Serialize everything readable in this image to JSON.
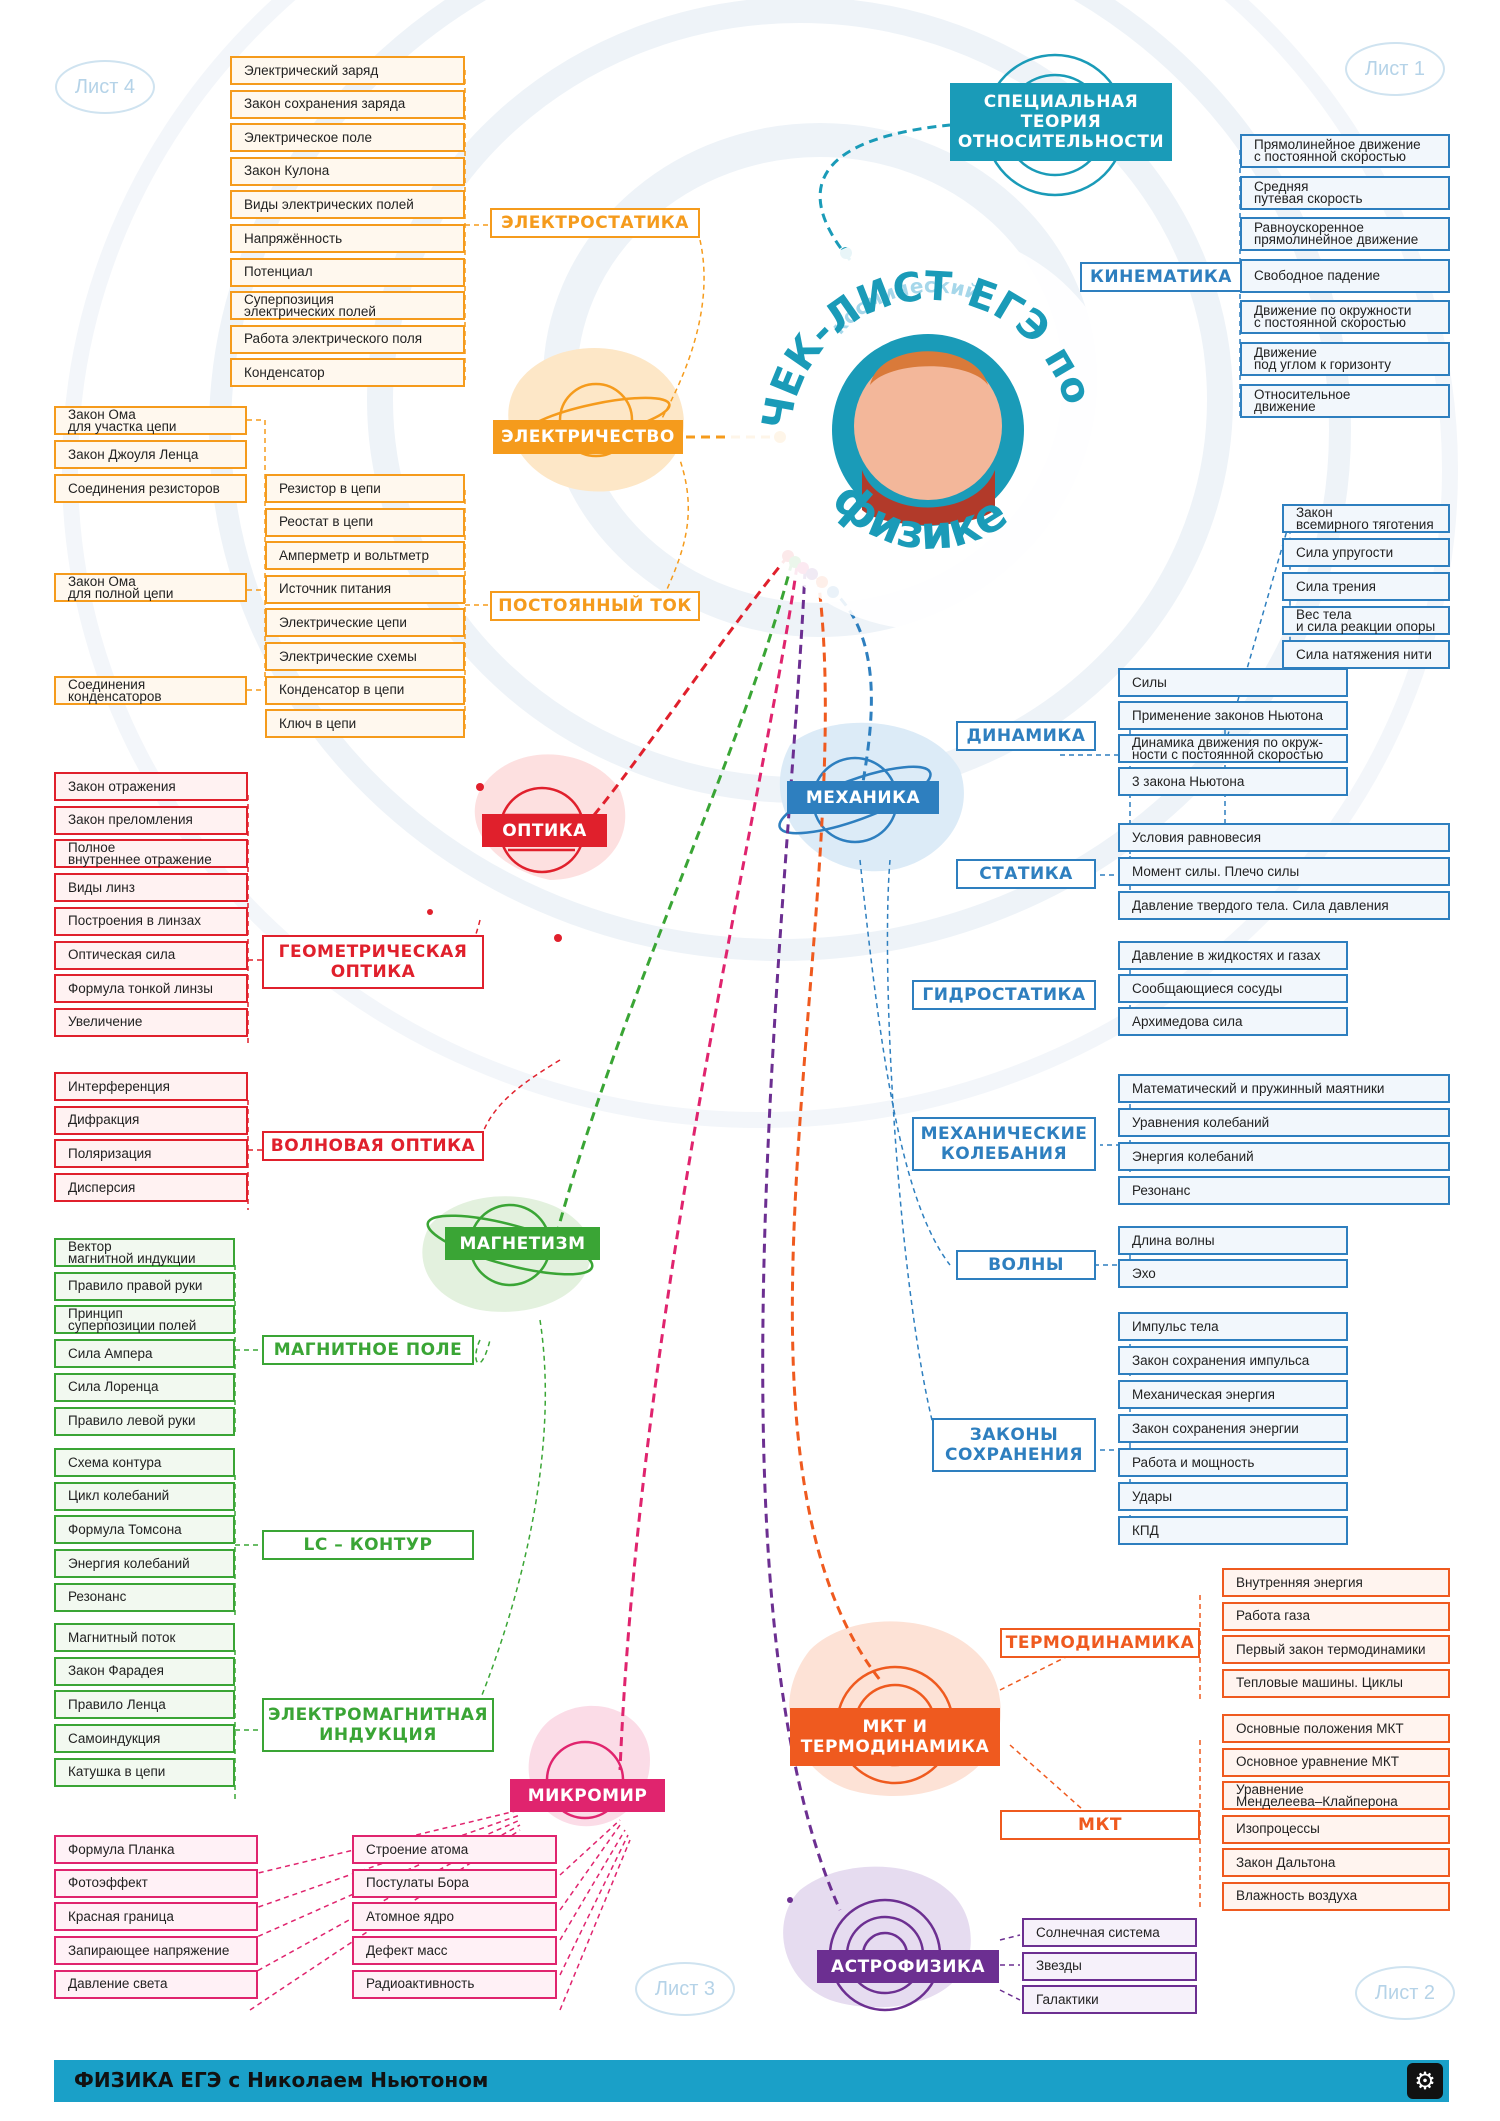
{
  "center": {
    "small": "космический",
    "main": "ЧЕК-ЛИСТ ЕГЭ по",
    "bottom": "физике"
  },
  "sheets": [
    {
      "label": "Лист 4"
    },
    {
      "label": "Лист 1"
    },
    {
      "label": "Лист 3"
    },
    {
      "label": "Лист 2"
    }
  ],
  "hubs": {
    "sto": "СПЕЦИАЛЬНАЯ\nТЕОРИЯ\nОТНОСИТЕЛЬНОСТИ",
    "electricity": "ЭЛЕКТРИЧЕСТВО",
    "optics": "ОПТИКА",
    "magnetism": "МАГНЕТИЗМ",
    "micromir": "МИКРОМИР",
    "mechanics": "МЕХАНИКА",
    "mkt": "МКТ И\nТЕРМОДИНАМИКА",
    "astro": "АСТРОФИЗИКА"
  },
  "categories": {
    "electrostatics": "ЭЛЕКТРОСТАТИКА",
    "dc": "ПОСТОЯННЫЙ ТОК",
    "kinematics": "КИНЕМАТИКА",
    "dynamics": "ДИНАМИКА",
    "statics": "СТАТИКА",
    "hydrostatics": "ГИДРОСТАТИКА",
    "oscillations": "МЕХАНИЧЕСКИЕ\nКОЛЕБАНИЯ",
    "waves": "ВОЛНЫ",
    "conservation": "ЗАКОНЫ\nСОХРАНЕНИЯ",
    "geom_optics": "ГЕОМЕТРИЧЕСКАЯ\nОПТИКА",
    "wave_optics": "ВОЛНОВАЯ ОПТИКА",
    "magnetic_field": "МАГНИТНОЕ ПОЛЕ",
    "lc": "LC – КОНТУР",
    "em_induction": "ЭЛЕКТРОМАГНИТНАЯ\nИНДУКЦИЯ",
    "thermodynamics": "ТЕРМОДИНАМИКА",
    "mkt": "МКТ"
  },
  "topics": {
    "electrostatics": [
      "Электрический заряд",
      "Закон сохранения заряда",
      "Электрическое поле",
      "Закон Кулона",
      "Виды электрических полей",
      "Напряжённость",
      "Потенциал",
      "Суперпозиция\nэлектрических полей",
      "Работа электрического поля",
      "Конденсатор"
    ],
    "dc_right": [
      "Резистор в цепи",
      "Реостат в цепи",
      "Амперметр и вольтметр",
      "Источник питания",
      "Электрические цепи",
      "Электрические схемы",
      "Конденсатор в цепи",
      "Ключ в цепи"
    ],
    "dc_left": [
      "Закон Ома\nдля участка цепи",
      "Закон Джоуля Ленца",
      "Соединения резисторов",
      "Закон Ома\nдля полной цепи",
      "Соединения\nконденсаторов"
    ],
    "kinematics": [
      "Прямолинейное движение\nс постоянной скоростью",
      "Средняя\nпутевая скорость",
      "Равноускоренное\nпрямолинейное движение",
      "Свободное падение",
      "Движение по окружности\nс постоянной скоростью",
      "Движение\nпод углом к горизонту",
      "Относительное\nдвижение"
    ],
    "forces": [
      "Закон\nвсемирного тяготения",
      "Сила упругости",
      "Сила трения",
      "Вес тела\nи сила реакции опоры",
      "Сила натяжения нити"
    ],
    "dynamics": [
      "Силы",
      "Применение законов Ньютона",
      "Динамика движения по окруж-\nности с постоянной скоростью",
      "3 закона Ньютона"
    ],
    "statics": [
      "Условия равновесия",
      "Момент силы. Плечо силы",
      "Давление твердого тела. Сила давления"
    ],
    "hydrostatics": [
      "Давление в жидкостях и газах",
      "Сообщающиеся сосуды",
      "Архимедова сила"
    ],
    "oscillations": [
      "Математический и пружинный маятники",
      "Уравнения колебаний",
      "Энергия колебаний",
      "Резонанс"
    ],
    "waves": [
      "Длина волны",
      "Эхо"
    ],
    "conservation": [
      "Импульс тела",
      "Закон сохранения импульса",
      "Механическая энергия",
      "Закон сохранения энергии",
      "Работа и мощность",
      "Удары",
      "КПД"
    ],
    "geom_optics": [
      "Закон отражения",
      "Закон преломления",
      "Полное\nвнутреннее отражение",
      "Виды линз",
      "Построения в линзах",
      "Оптическая сила",
      "Формула тонкой линзы",
      "Увеличение"
    ],
    "wave_optics": [
      "Интерференция",
      "Дифракция",
      "Поляризация",
      "Дисперсия"
    ],
    "magnetic_field": [
      "Вектор\nмагнитной индукции",
      "Правило правой руки",
      "Принцип\nсуперпозиции полей",
      "Сила Ампера",
      "Сила Лоренца",
      "Правило левой руки"
    ],
    "lc": [
      "Схема контура",
      "Цикл колебаний",
      "Формула Томсона",
      "Энергия колебаний",
      "Резонанс"
    ],
    "em_induction": [
      "Магнитный поток",
      "Закон Фарадея",
      "Правило Ленца",
      "Самоиндукция",
      "Катушка в цепи"
    ],
    "micromir_left": [
      "Формула Планка",
      "Фотоэффект",
      "Красная граница",
      "Запирающее напряжение",
      "Давление света"
    ],
    "micromir_right": [
      "Строение атома",
      "Постулаты Бора",
      "Атомное ядро",
      "Дефект масс",
      "Радиоактивность"
    ],
    "thermodynamics": [
      "Внутренняя энергия",
      "Работа газа",
      "Первый закон термодинамики",
      "Тепловые машины. Циклы"
    ],
    "mkt": [
      "Основные положения МКТ",
      "Основное уравнение МКТ",
      "Уравнение\nМенделеева–Клайперона",
      "Изопроцессы",
      "Закон Дальтона",
      "Влажность воздуха"
    ],
    "astro": [
      "Солнечная система",
      "Звезды",
      "Галактики"
    ]
  },
  "colors": {
    "electro": "#f59b1c",
    "mech": "#2e7fbf",
    "optics": "#e0202c",
    "magnet": "#3aa535",
    "micro": "#e0246e",
    "thermo": "#ef5a1f",
    "astro": "#6c2f91",
    "sto": "#1a9bb8",
    "teal": "#1aa0c8"
  },
  "footer": {
    "title": "ФИЗИКА ЕГЭ с Николаем Ньютоном",
    "logo_icon": "gear-icon"
  }
}
